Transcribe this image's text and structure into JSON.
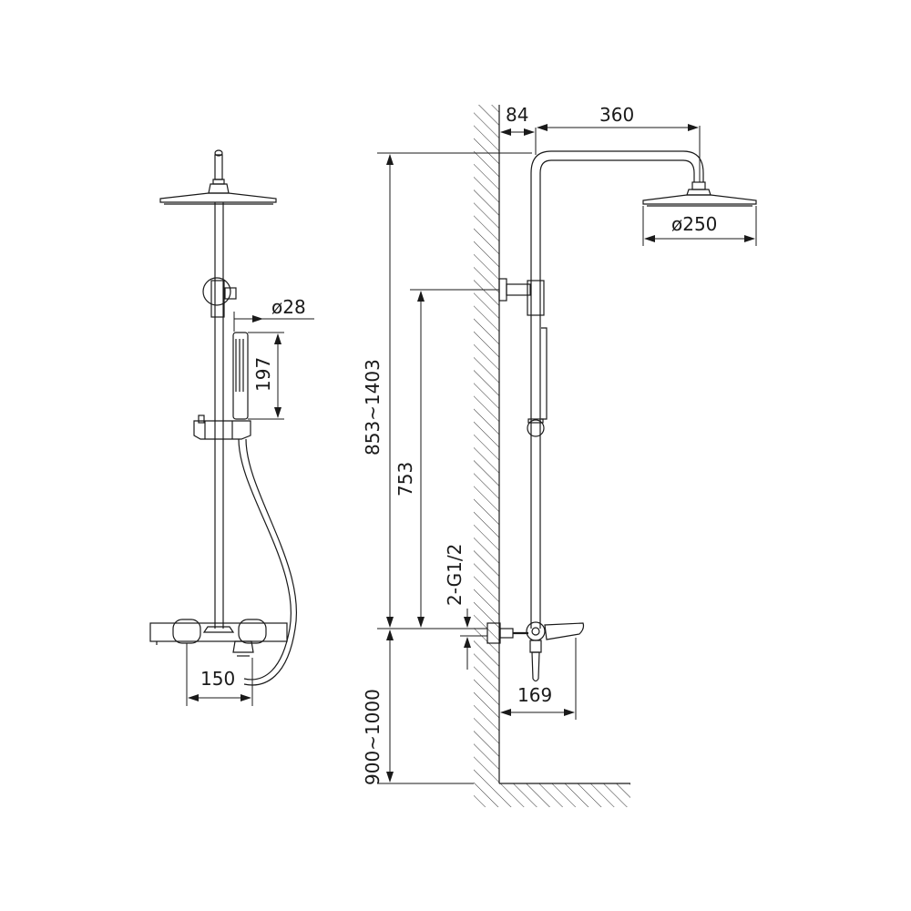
{
  "dimensions": {
    "pipe_diameter": "ø28",
    "handshower_length": "197",
    "valve_width": "150",
    "wall_offset": "84",
    "arm_reach": "360",
    "head_diameter": "ø250",
    "column_height": "853~1403",
    "bracket_height": "753",
    "inlet_spec": "2-G1/2",
    "mount_height": "900~1000",
    "spout_reach": "169"
  },
  "colors": {
    "line": "#1a1a1a",
    "background": "#ffffff"
  }
}
